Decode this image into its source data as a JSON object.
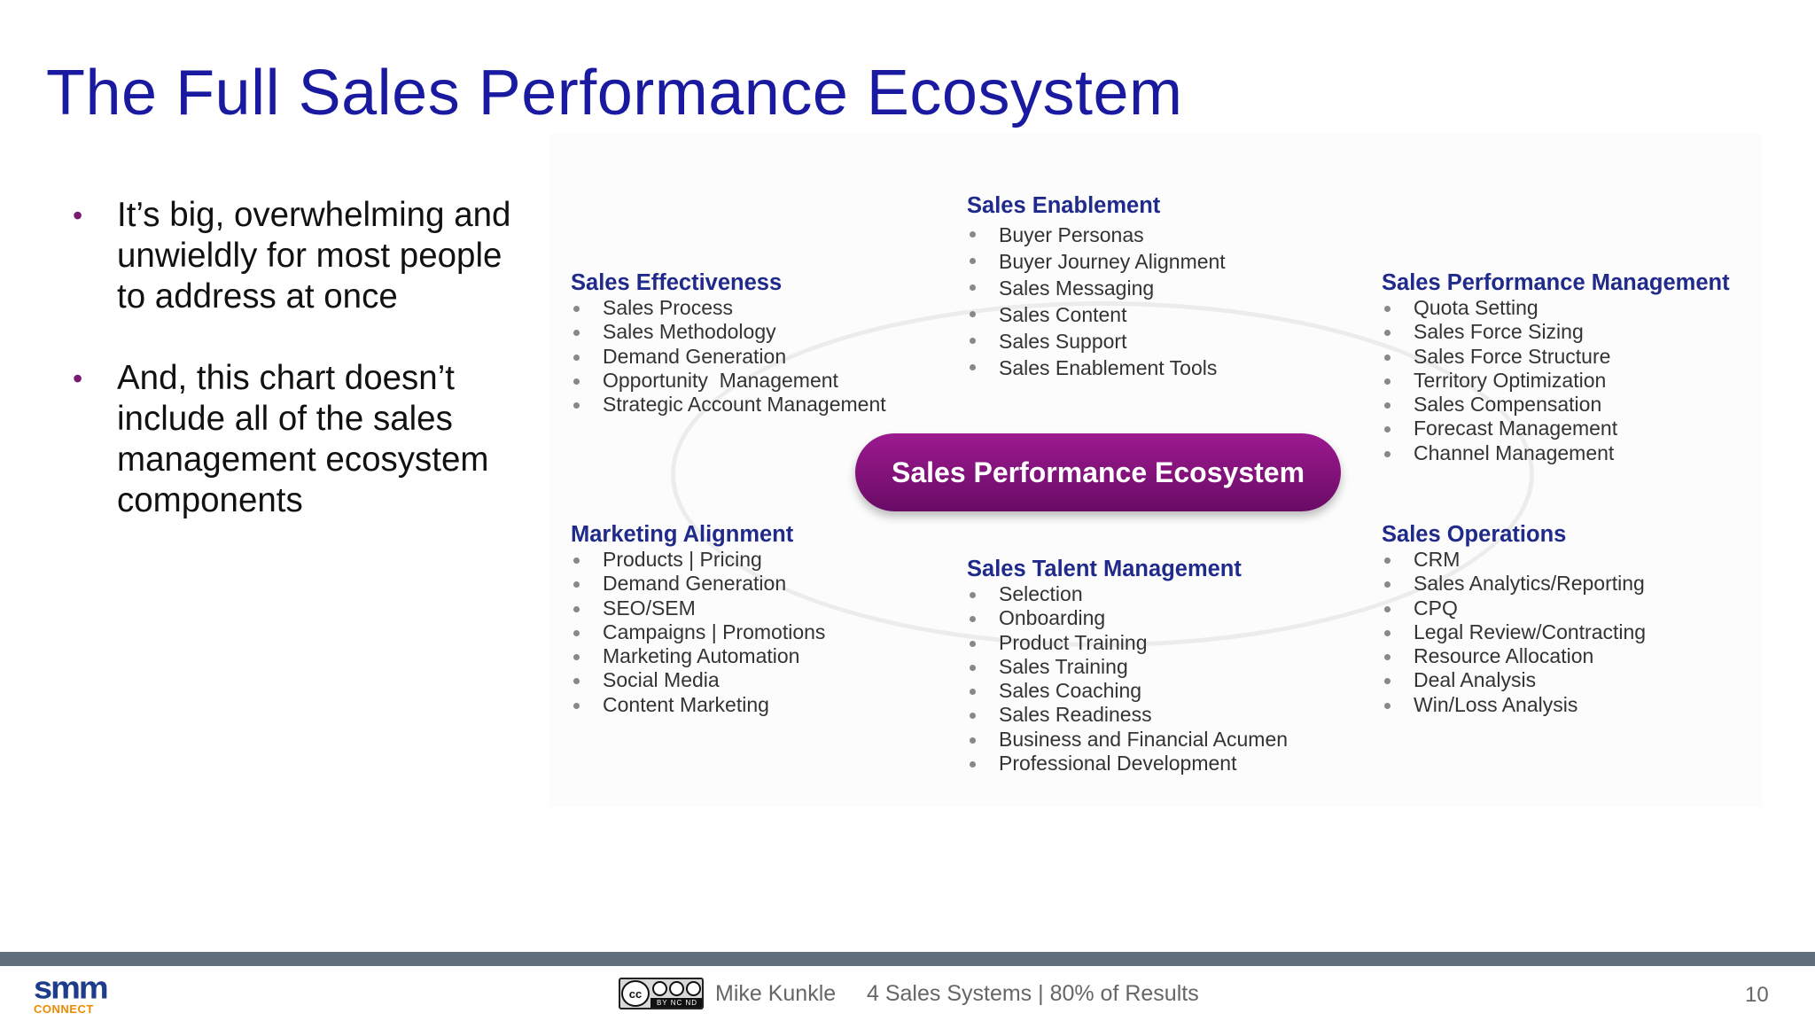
{
  "title": "The Full Sales Performance Ecosystem",
  "bullets": [
    "It’s big, overwhelming and unwieldly for most people to address at once",
    "And, this chart doesn’t include all of the sales management ecosystem components"
  ],
  "bullet_marker": "•",
  "diagram": {
    "center_label": "Sales Performance Ecosystem",
    "groups": {
      "sales_effectiveness": {
        "title": "Sales Effectiveness",
        "items": [
          "Sales Process",
          "Sales Methodology",
          "Demand Generation",
          "Opportunity  Management",
          "Strategic Account Management"
        ]
      },
      "sales_enablement": {
        "title": "Sales Enablement",
        "items": [
          "Buyer Personas",
          "Buyer Journey Alignment",
          "Sales Messaging",
          "Sales Content",
          "Sales Support",
          "Sales Enablement Tools"
        ]
      },
      "sales_performance_management": {
        "title": "Sales Performance Management",
        "items": [
          "Quota Setting",
          "Sales Force Sizing",
          "Sales Force Structure",
          "Territory Optimization",
          "Sales Compensation",
          "Forecast Management",
          "Channel Management"
        ]
      },
      "marketing_alignment": {
        "title": "Marketing Alignment",
        "items": [
          "Products | Pricing",
          "Demand Generation",
          "SEO/SEM",
          "Campaigns | Promotions",
          "Marketing Automation",
          "Social Media",
          "Content Marketing"
        ]
      },
      "sales_talent_management": {
        "title": "Sales Talent Management",
        "items": [
          "Selection",
          "Onboarding",
          "Product Training",
          "Sales Training",
          "Sales Coaching",
          "Sales Readiness",
          "Business and Financial Acumen",
          "Professional Development"
        ]
      },
      "sales_operations": {
        "title": "Sales Operations",
        "items": [
          "CRM",
          "Sales Analytics/Reporting",
          "CPQ",
          "Legal Review/Contracting",
          "Resource Allocation",
          "Deal Analysis",
          "Win/Loss Analysis"
        ]
      }
    }
  },
  "footer": {
    "logo_top": "smm",
    "logo_bottom": "CONNECT",
    "license_icon": "cc-by-nc-nd-icon",
    "license_cc": "cc",
    "license_text": "BY  NC  ND",
    "author": "Mike Kunkle",
    "tagline": "4 Sales Systems | 80% of Results",
    "page_number": "10"
  },
  "colors": {
    "title": "#1a1aa0",
    "group_heading": "#1f2a8a",
    "center_pill": "#7d0f78",
    "bullet_marker": "#7a1a75",
    "footer_bar": "#5f6e7a",
    "logo_blue": "#1e3c8c",
    "logo_orange": "#f08a00"
  }
}
